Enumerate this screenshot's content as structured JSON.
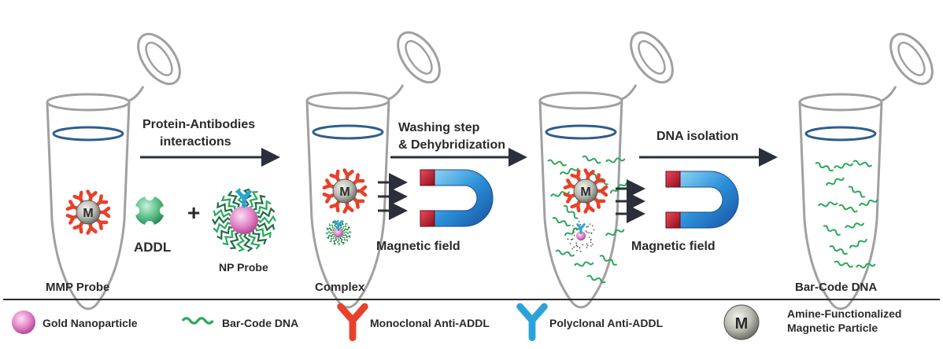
{
  "tubes": {
    "mmp_probe": "MMP Probe",
    "complex": "Complex",
    "bar_code_dna": "Bar-Code DNA"
  },
  "reagents": {
    "addl": "ADDL",
    "plus": "+",
    "np_probe": "NP Probe"
  },
  "particle_letter": "M",
  "steps": {
    "step1_line1": "Protein-Antibodies",
    "step1_line2": "interactions",
    "step2_line1": "Washing step",
    "step2_line2": "& Dehybridization",
    "step3": "DNA isolation"
  },
  "magnetic_field": [
    "Magnetic field",
    "Magnetic field"
  ],
  "legend": {
    "gold_nanoparticle": "Gold Nanoparticle",
    "bar_code_dna": "Bar-Code DNA",
    "monoclonal": "Monoclonal Anti-ADDL",
    "polyclonal": "Polyclonal Anti-ADDL",
    "amine_line1": "Amine-Functionalized",
    "amine_line2": "Magnetic Particle",
    "amine_letter": "M"
  },
  "colors": {
    "tube_outline": "#a0a0a0",
    "tube_ring": "#2f5e8c",
    "antibody_red": "#e8402a",
    "antibody_blue": "#2aa4d8",
    "dna_green": "#2aa85a",
    "gold_pink": "#e583c7",
    "magnet_red": "#c0182a",
    "magnet_blue": "#2a6fc0",
    "arrow": "#2a2f3a",
    "addl_green": "#5bbf8a"
  }
}
